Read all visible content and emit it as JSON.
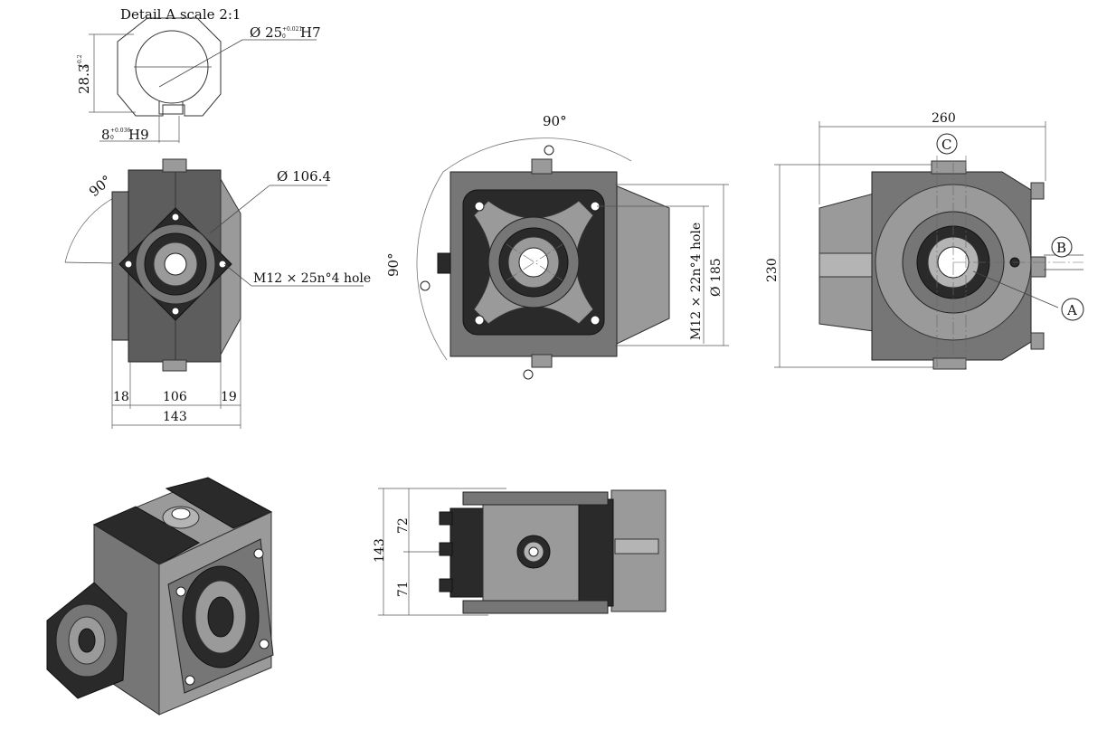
{
  "detail": {
    "title": "Detail A scale 2:1",
    "bore_base": "Ø 25",
    "bore_tol_upper": "+0.021",
    "bore_tol_lower": "0",
    "bore_fit": "H7",
    "height_base": "28.3",
    "height_tol_upper": "+0.2",
    "height_tol_lower": "0",
    "key_base": "8",
    "key_tol_upper": "+0.036",
    "key_tol_lower": "0",
    "key_fit": "H9"
  },
  "left_view": {
    "angle": "90°",
    "flange_diameter": "Ø 106.4",
    "hole_note": "M12 × 25n°4 hole",
    "dim_left": "18",
    "dim_body": "106",
    "dim_right": "19",
    "dim_total": "143"
  },
  "front_view": {
    "angle_top": "90°",
    "angle_left": "90°",
    "hole_note": "M12 × 22n°4 hole",
    "flange_diameter": "Ø 185"
  },
  "right_view": {
    "width": "260",
    "height": "230",
    "marker_a": "A",
    "marker_b": "B",
    "marker_c": "C"
  },
  "bottom_view": {
    "total": "143",
    "upper": "72",
    "lower": "71"
  }
}
